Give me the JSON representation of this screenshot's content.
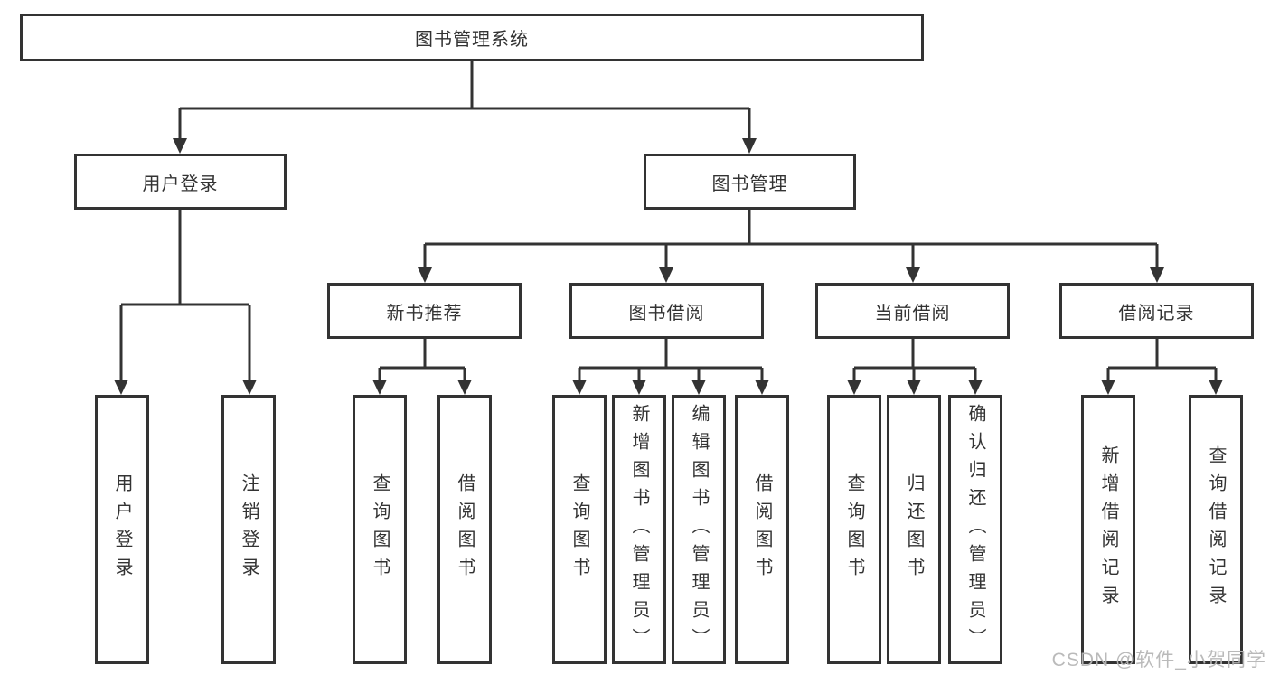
{
  "colors": {
    "line": "#333333",
    "node_border": "#333333",
    "node_background": "#ffffff",
    "text": "#333333",
    "watermark": "#b6b6b6"
  },
  "watermark": {
    "text": "CSDN @软件_小贺同学"
  },
  "tree": {
    "root": {
      "label": "图书管理系统"
    },
    "branches": [
      {
        "label": "用户登录",
        "children": [
          {
            "label": "用户登录"
          },
          {
            "label": "注销登录"
          }
        ]
      },
      {
        "label": "图书管理",
        "children": [
          {
            "label": "新书推荐",
            "children": [
              {
                "label": "查询图书"
              },
              {
                "label": "借阅图书"
              }
            ]
          },
          {
            "label": "图书借阅",
            "children": [
              {
                "label": "查询图书"
              },
              {
                "label": "新增图书（管理员）"
              },
              {
                "label": "编辑图书（管理员）"
              },
              {
                "label": "借阅图书"
              }
            ]
          },
          {
            "label": "当前借阅",
            "children": [
              {
                "label": "查询图书"
              },
              {
                "label": "归还图书"
              },
              {
                "label": "确认归还（管理员）"
              }
            ]
          },
          {
            "label": "借阅记录",
            "children": [
              {
                "label": "新增借阅记录"
              },
              {
                "label": "查询借阅记录"
              }
            ]
          }
        ]
      }
    ]
  }
}
